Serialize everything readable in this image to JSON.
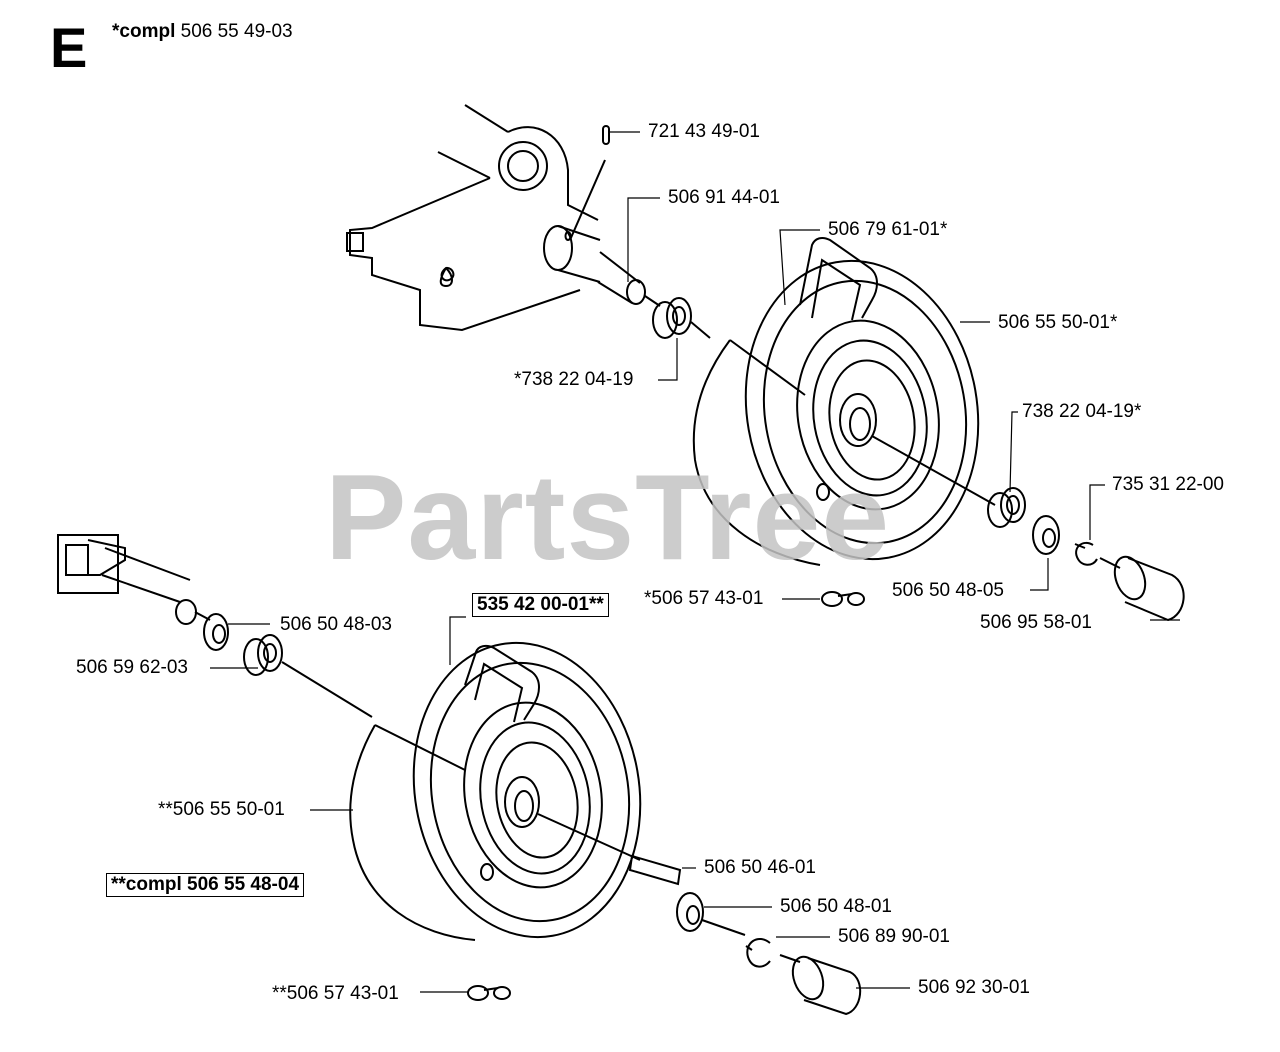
{
  "section": {
    "letter": "E",
    "compl_prefix": "*compl",
    "compl_number": "506 55 49-03"
  },
  "watermark": "PartsTree",
  "labels": {
    "l_721_43_49_01": "721 43 49-01",
    "l_506_91_44_01": "506 91 44-01",
    "l_506_79_61_01": "506 79 61-01*",
    "l_506_55_50_01_star": "506 55 50-01*",
    "l_738_22_04_19_pre": "*738 22 04-19",
    "l_738_22_04_19_post": "738 22 04-19*",
    "l_735_31_22_00": "735 31 22-00",
    "l_506_50_48_05": "506 50 48-05",
    "l_506_95_58_01": "506 95 58-01",
    "l_506_57_43_01_single": "*506 57 43-01",
    "l_535_42_00_01": "535 42 00-01**",
    "l_506_50_48_03": "506 50 48-03",
    "l_506_59_62_03": "506 59 62-03",
    "l_506_55_50_01_double": "**506 55 50-01",
    "l_compl_506_55_48_04": "**compl 506 55 48-04",
    "l_506_50_46_01": "506 50 46-01",
    "l_506_50_48_01": "506 50 48-01",
    "l_506_89_90_01": "506 89 90-01",
    "l_506_92_30_01": "506 92 30-01",
    "l_506_57_43_01_double": "**506 57 43-01"
  }
}
